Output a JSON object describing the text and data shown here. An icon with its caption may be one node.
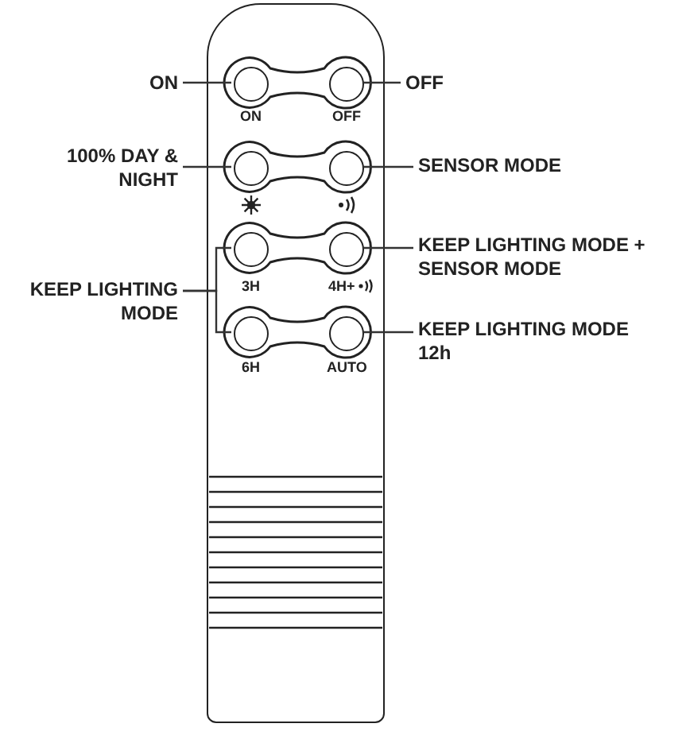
{
  "diagram": {
    "nodes": [
      {
        "text": [],
        "shape": "box"
      },
      {
        "text": [],
        "shape": "circle",
        "in": 0
      },
      {
        "text": [],
        "shape": "circle",
        "in": 0
      },
      {
        "text": [],
        "shape": "circle",
        "in": 0
      },
      {
        "text": [],
        "shape": "circle",
        "in": 0
      },
      {
        "text": [],
        "shape": "circle",
        "in": 0
      },
      {
        "text": [],
        "shape": "circle",
        "in": 0
      },
      {
        "text": [],
        "shape": "circle",
        "in": 0
      },
      {
        "text": [],
        "shape": "circle",
        "in": 0
      },
      {
        "text": [
          "ON"
        ]
      },
      {
        "text": [
          "OFF"
        ]
      },
      {
        "text": [
          "100% DAY & NIGHT"
        ]
      },
      {
        "text": [
          "SENSOR MODE"
        ]
      },
      {
        "text": [
          "KEEP LIGHTING MODE + SENSOR MODE"
        ]
      },
      {
        "text": [
          "KEEP LIGHTING MODE"
        ]
      },
      {
        "text": [
          "KEEP LIGHTING MODE 12h"
        ]
      }
    ],
    "edges": [
      {
        "from": 9,
        "to": 1,
        "arrow": "none"
      },
      {
        "from": 10,
        "to": 2,
        "arrow": "none"
      },
      {
        "from": 11,
        "to": 3,
        "arrow": "none"
      },
      {
        "from": 12,
        "to": 4,
        "arrow": "none"
      },
      {
        "from": 13,
        "to": 6,
        "arrow": "none"
      },
      {
        "from": 14,
        "to": 5,
        "arrow": "none"
      },
      {
        "from": 14,
        "to": 7,
        "arrow": "none"
      },
      {
        "from": 15,
        "to": 8,
        "arrow": "none"
      }
    ],
    "labels": [
      "ON",
      "OFF",
      "3H",
      "4H+",
      "6H",
      "AUTO"
    ]
  }
}
